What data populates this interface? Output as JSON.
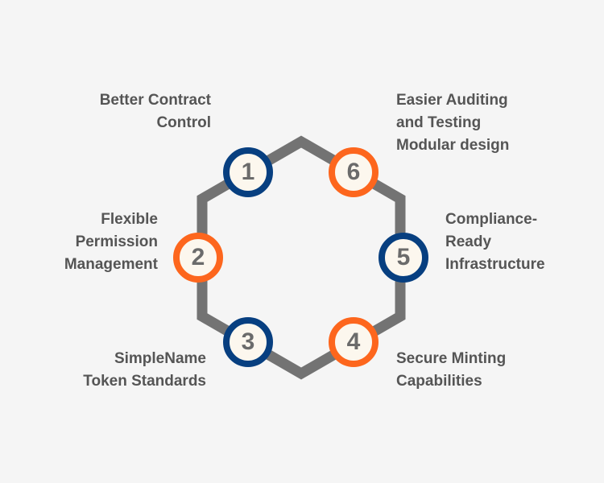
{
  "colors": {
    "blue": "#073f80",
    "orange": "#fd661d",
    "line": "#737373",
    "text": "#555555",
    "background": "#f5f5f5"
  },
  "nodes": [
    {
      "number": "1",
      "color": "blue",
      "label_lines": [
        "Better Contract",
        "Control"
      ]
    },
    {
      "number": "2",
      "color": "orange",
      "label_lines": [
        "Flexible",
        "Permission",
        "Management"
      ]
    },
    {
      "number": "3",
      "color": "blue",
      "label_lines": [
        "SimpleName",
        "Token Standards"
      ]
    },
    {
      "number": "4",
      "color": "orange",
      "label_lines": [
        "Secure Minting",
        "Capabilities"
      ]
    },
    {
      "number": "5",
      "color": "blue",
      "label_lines": [
        "Compliance-",
        "Ready",
        "Infrastructure"
      ]
    },
    {
      "number": "6",
      "color": "orange",
      "label_lines": [
        "Easier Auditing",
        "and Testing",
        "Modular design"
      ]
    }
  ]
}
